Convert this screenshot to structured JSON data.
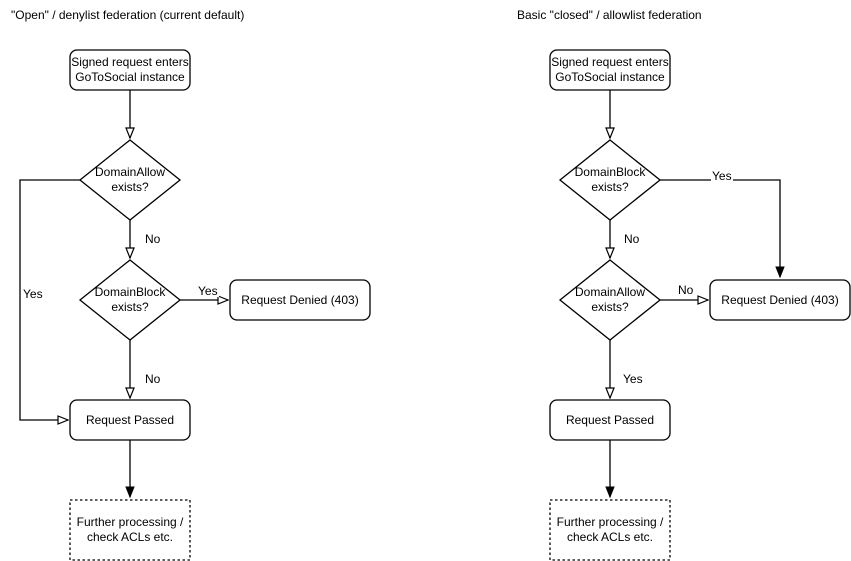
{
  "colors": {
    "stroke": "#000000",
    "text": "#000000",
    "background": "#ffffff"
  },
  "flowcharts": [
    {
      "title": "\"Open\" / denylist federation (current default)",
      "nodes": {
        "start": "Signed request enters\nGoToSocial instance",
        "decision_top": "DomainAllow\nexists?",
        "decision_bottom": "DomainBlock\nexists?",
        "denied": "Request Denied (403)",
        "passed": "Request Passed",
        "further": "Further processing /\ncheck ACLs etc."
      },
      "labels": {
        "decision_top_side": "Yes",
        "decision_top_down": "No",
        "decision_bottom_side": "Yes",
        "decision_bottom_down": "No"
      }
    },
    {
      "title": "Basic \"closed\" / allowlist federation",
      "nodes": {
        "start": "Signed request enters\nGoToSocial instance",
        "decision_top": "DomainBlock\nexists?",
        "decision_bottom": "DomainAllow\nexists?",
        "denied": "Request Denied (403)",
        "passed": "Request Passed",
        "further": "Further processing /\ncheck ACLs etc."
      },
      "labels": {
        "decision_top_side": "Yes",
        "decision_top_down": "No",
        "decision_bottom_side": "No",
        "decision_bottom_down": "Yes"
      }
    }
  ]
}
